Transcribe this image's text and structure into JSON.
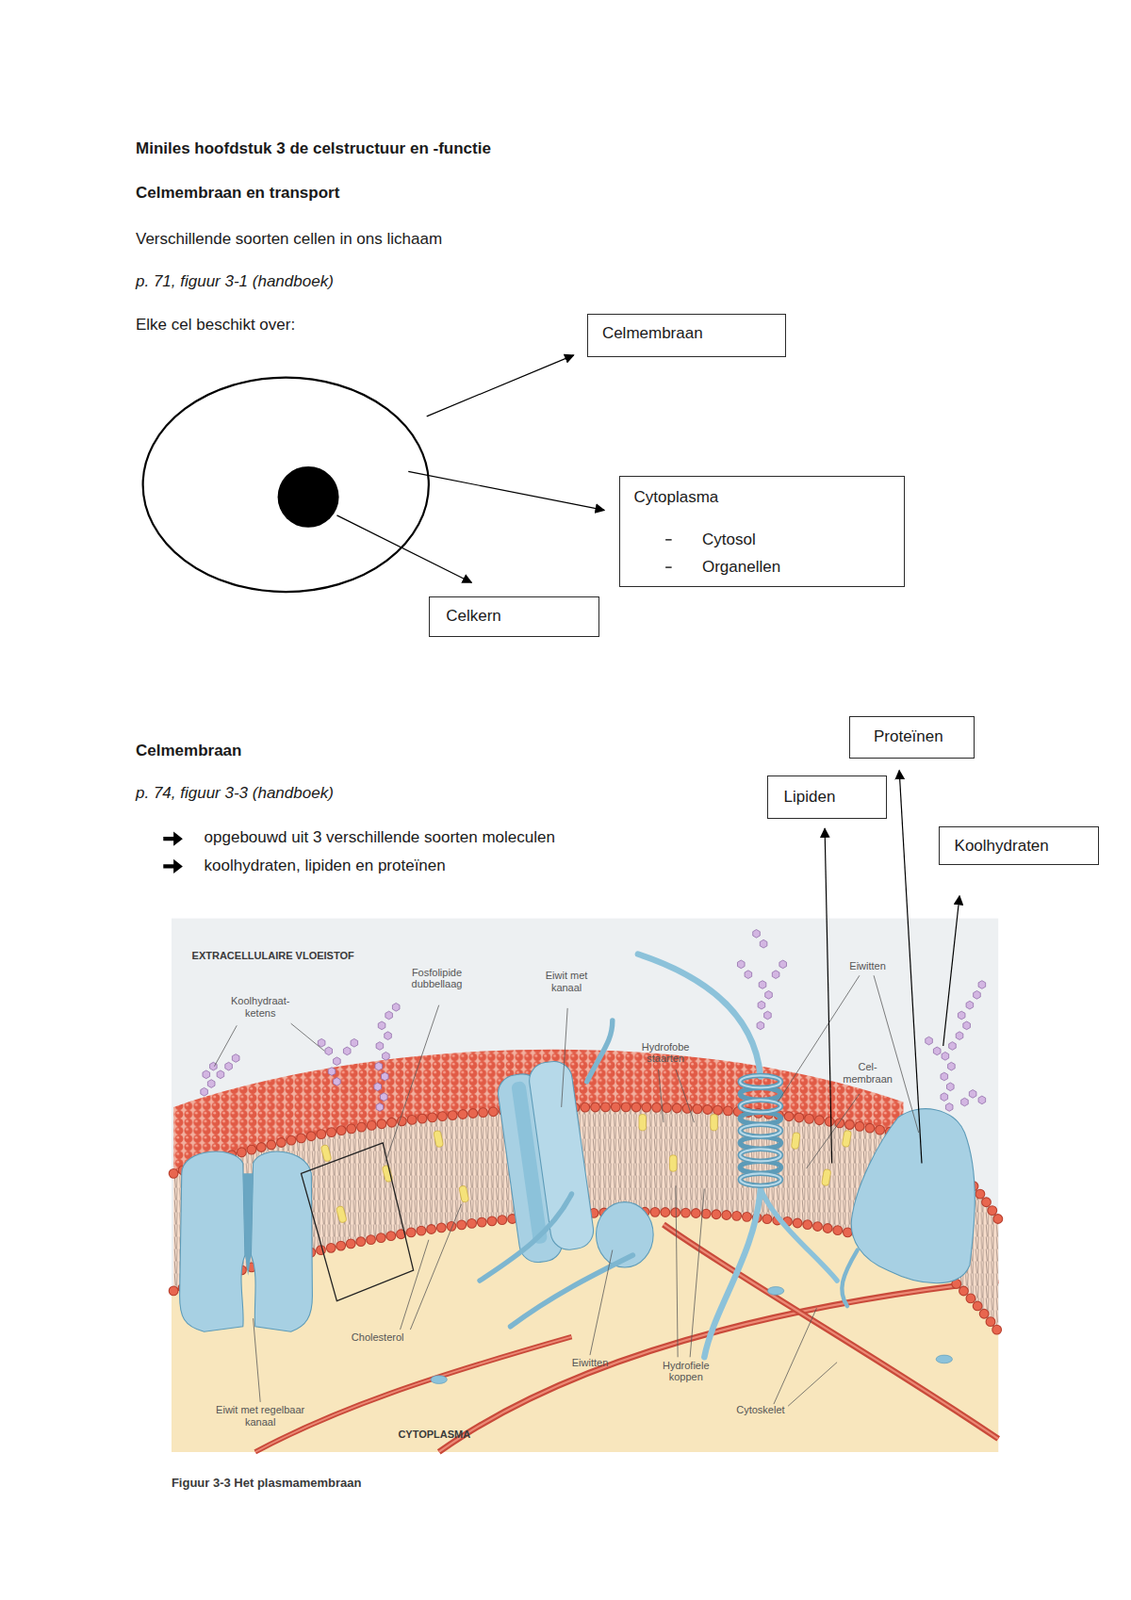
{
  "diagram": {
    "title": "Miniles hoofdstuk 3 de celstructuur en -functie",
    "caption": "Figuur 3-3 Het plasmamembraan",
    "nodes": [
      {
        "text": [
          "Celmembraan"
        ]
      },
      {
        "text": [
          "Cytoplasma",
          "Cytosol",
          "Organellen"
        ]
      },
      {
        "text": [
          "Celkern"
        ]
      },
      {
        "text": [
          "Proteïnen"
        ]
      },
      {
        "text": [
          "Lipiden"
        ]
      },
      {
        "text": [
          "Koolhydraten"
        ]
      }
    ],
    "labels": [
      "Celmembraan en transport",
      "Verschillende soorten cellen in ons lichaam",
      "p. 71, figuur 3-1 (handboek)",
      "Elke cel beschikt over:",
      "Celmembraan",
      "p. 74, figuur 3-3 (handboek)",
      "opgebouwd uit 3 verschillende soorten moleculen",
      "koolhydraten, lipiden en proteïnen",
      "EXTRACELLULAIRE VLOEISTOF",
      "Koolhydraat- ketens",
      "Fosfolipide dubbellaag",
      "Eiwit met kanaal",
      "Hydrofobe staarten",
      "Eiwitten",
      "Cel- membraan",
      "Cholesterol",
      "Eiwitten",
      "Hydrofiele koppen",
      "Cytoskelet",
      "Eiwit met regelbaar kanaal",
      "CYTOPLASMA"
    ]
  }
}
